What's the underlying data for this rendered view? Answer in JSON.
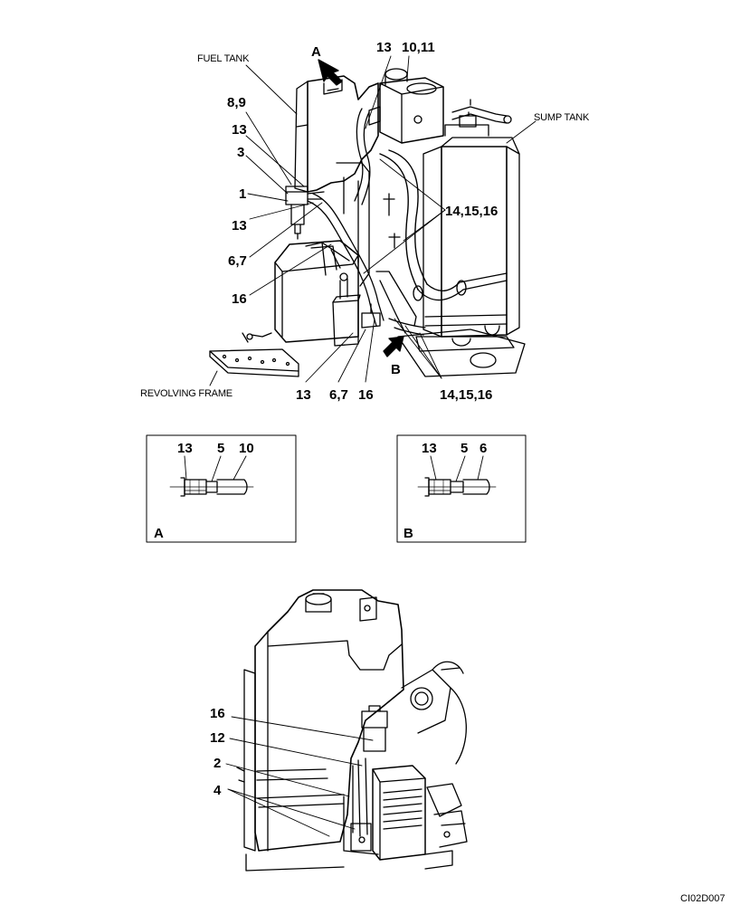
{
  "main_view": {
    "captions": {
      "fuel_tank": "FUEL TANK",
      "sump_tank": "SUMP TANK",
      "revolving_frame": "REVOLVING FRAME"
    },
    "view_arrows": {
      "a": "A",
      "b": "B"
    },
    "callouts": {
      "top_13": "13",
      "top_10_11": "10,11",
      "left_8_9": "8,9",
      "left_13a": "13",
      "left_3": "3",
      "left_1": "1",
      "left_13b": "13",
      "left_6_7": "6,7",
      "left_16": "16",
      "right_14_15_16_upper": "14,15,16",
      "bottom_13": "13",
      "bottom_6_7": "6,7",
      "bottom_16": "16",
      "bottom_14_15_16": "14,15,16"
    }
  },
  "detail_a": {
    "label": "A",
    "callouts": [
      "13",
      "5",
      "10"
    ]
  },
  "detail_b": {
    "label": "B",
    "callouts": [
      "13",
      "5",
      "6"
    ]
  },
  "bottom_view": {
    "callouts": {
      "c16": "16",
      "c12": "12",
      "c2": "2",
      "c4": "4"
    }
  },
  "figure_code": "CI02D007"
}
